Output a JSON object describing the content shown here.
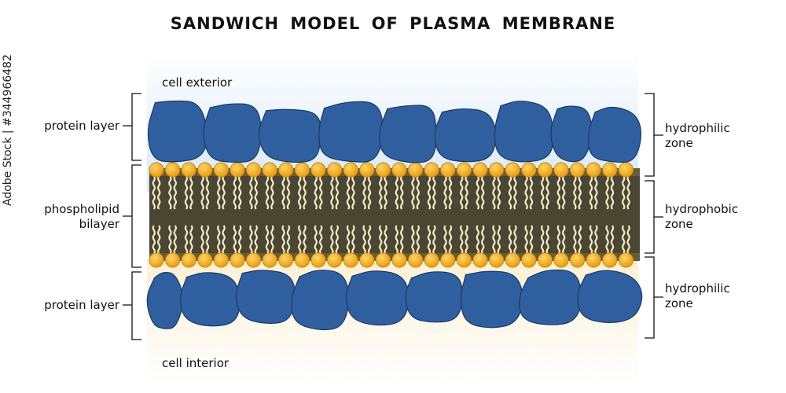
{
  "title": "SANDWICH MODEL OF PLASMA MEMBRANE",
  "regions": {
    "exterior": "cell exterior",
    "interior": "cell interior"
  },
  "left_labels": {
    "top_protein": "protein layer",
    "bilayer_line1": "phospholipid",
    "bilayer_line2": "bilayer",
    "bottom_protein": "protein layer"
  },
  "right_labels": {
    "top_zone_line1": "hydrophilic",
    "top_zone_line2": "zone",
    "middle_zone_line1": "hydrophobic",
    "middle_zone_line2": "zone",
    "bottom_zone_line1": "hydrophilic",
    "bottom_zone_line2": "zone"
  },
  "watermark": "Adobe Stock | #344966482",
  "colors": {
    "protein": "#2f5f9e",
    "protein_edge": "#1b3a66",
    "phosphate_head": "#f2a91a",
    "lipid_tail": "#f3eccb",
    "hydrophobic_core": "#4a4632",
    "exterior_bg": "#dbeaf8",
    "interior_bg": "#fbf1da"
  }
}
